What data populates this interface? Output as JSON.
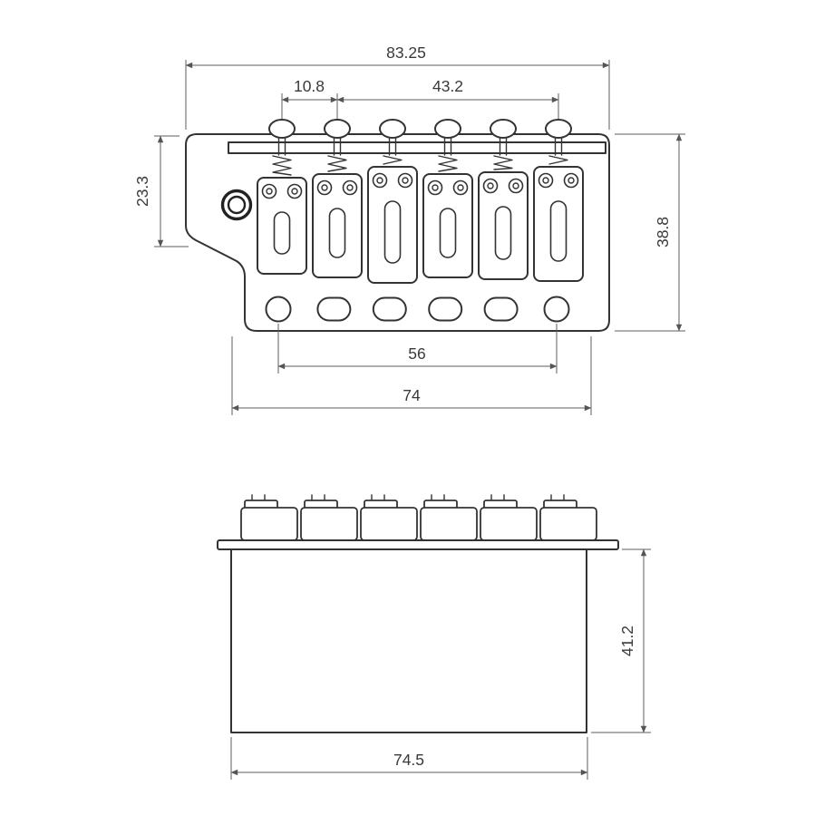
{
  "dimensions": {
    "top_view": {
      "overall_width": "83.25",
      "post_spacing": "10.8",
      "post_span": "43.2",
      "left_height": "23.3",
      "overall_height": "38.8",
      "string_hole_span": "56",
      "plate_bottom_width": "74"
    },
    "side_view": {
      "height": "41.2",
      "width": "74.5"
    }
  }
}
